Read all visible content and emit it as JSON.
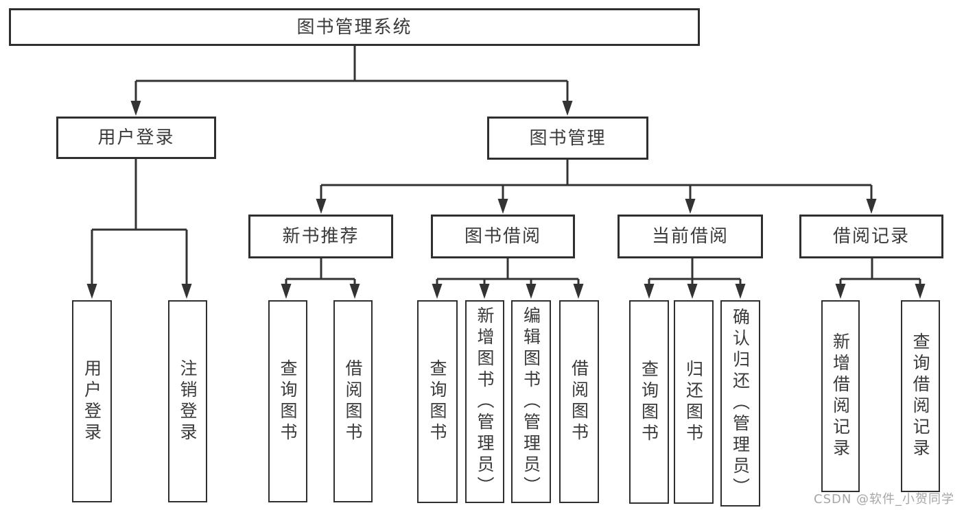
{
  "root": {
    "label": "图书管理系统"
  },
  "branches": {
    "user": {
      "label": "用户登录",
      "leaves": [
        "用户登录",
        "注销登录"
      ]
    },
    "book": {
      "label": "图书管理",
      "groups": [
        {
          "label": "新书推荐",
          "leaves": [
            "查询图书",
            "借阅图书"
          ]
        },
        {
          "label": "图书借阅",
          "leaves": [
            "查询图书",
            "新增图书（管理员）",
            "编辑图书（管理员）",
            "借阅图书"
          ]
        },
        {
          "label": "当前借阅",
          "leaves": [
            "查询图书",
            "归还图书",
            "确认归还（管理员）"
          ]
        },
        {
          "label": "借阅记录",
          "leaves": [
            "新增借阅记录",
            "查询借阅记录"
          ]
        }
      ]
    }
  },
  "watermark": "CSDN @软件_小贺同学",
  "colors": {
    "line": "#333333",
    "box_border": "#2f2f2f",
    "text": "#3a3a3a",
    "watermark": "#a6a6a6",
    "background": "#ffffff"
  }
}
